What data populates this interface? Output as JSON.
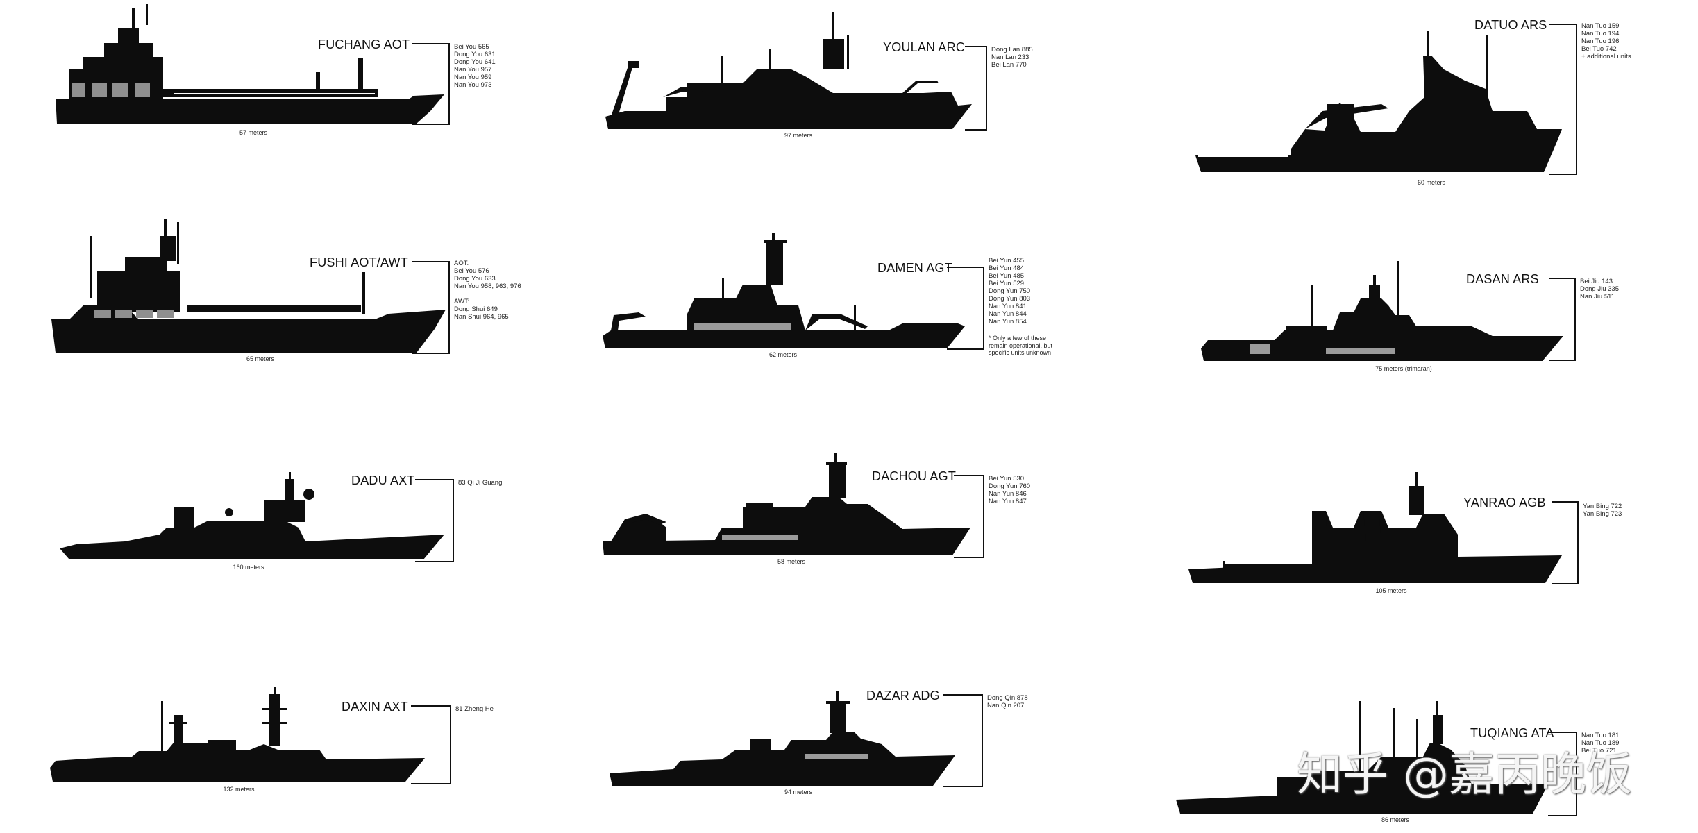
{
  "ships": {
    "fuchang": {
      "name": "FUCHANG AOT",
      "length": "57 meters",
      "units": [
        "Bei You 565",
        "Dong You 631",
        "Dong You 641",
        "Nan You 957",
        "Nan You 959",
        "Nan You 973"
      ]
    },
    "youlan": {
      "name": "YOULAN ARC",
      "length": "97 meters",
      "units": [
        "Dong Lan 885",
        "Nan Lan 233",
        "Bei Lan 770"
      ]
    },
    "datuo": {
      "name": "DATUO ARS",
      "length": "60 meters",
      "units": [
        "Nan Tuo 159",
        "Nan Tuo 194",
        "Nan Tuo 196",
        "Bei Tuo 742",
        "+ additional units"
      ]
    },
    "fushi": {
      "name": "FUSHI AOT/AWT",
      "length": "65 meters",
      "units": [
        "AOT:",
        "Bei You 576",
        "Dong You 633",
        "Nan You 958, 963, 976",
        "",
        "AWT:",
        "Dong Shui 649",
        "Nan Shui 964, 965"
      ]
    },
    "damen": {
      "name": "DAMEN AGT",
      "length": "62 meters",
      "units": [
        "Bei Yun 455",
        "Bei Yun 484",
        "Bei Yun 485",
        "Bei Yun 529",
        "Dong Yun 750",
        "Dong Yun 803",
        "Nan Yun 841",
        "Nan Yun 844",
        "Nan Yun 854"
      ],
      "note": "* Only a few of these remain operational, but specific units unknown"
    },
    "dasan": {
      "name": "DASAN ARS",
      "length": "75 meters (trimaran)",
      "units": [
        "Bei Jiu 143",
        "Dong Jiu 335",
        "Nan Jiu 511"
      ]
    },
    "dadu": {
      "name": "DADU AXT",
      "length": "160 meters",
      "units": [
        "83 Qi Ji Guang"
      ]
    },
    "dachou": {
      "name": "DACHOU AGT",
      "length": "58 meters",
      "units": [
        "Bei Yun 530",
        "Dong Yun 760",
        "Nan Yun 846",
        "Nan Yun 847"
      ]
    },
    "yanrao": {
      "name": "YANRAO AGB",
      "length": "105 meters",
      "units": [
        "Yan Bing 722",
        "Yan Bing 723"
      ]
    },
    "daxin": {
      "name": "DAXIN AXT",
      "length": "132 meters",
      "units": [
        "81 Zheng He"
      ]
    },
    "dazar": {
      "name": "DAZAR ADG",
      "length": "94 meters",
      "units": [
        "Dong Qin 878",
        "Nan Qin 207"
      ]
    },
    "tuqiang": {
      "name": "TUQIANG ATA",
      "length": "86 meters",
      "units": [
        "Nan Tuo 181",
        "Nan Tuo 189",
        "Bei Tuo 721"
      ]
    }
  },
  "watermark": "知乎 @嘉丙晚饭"
}
